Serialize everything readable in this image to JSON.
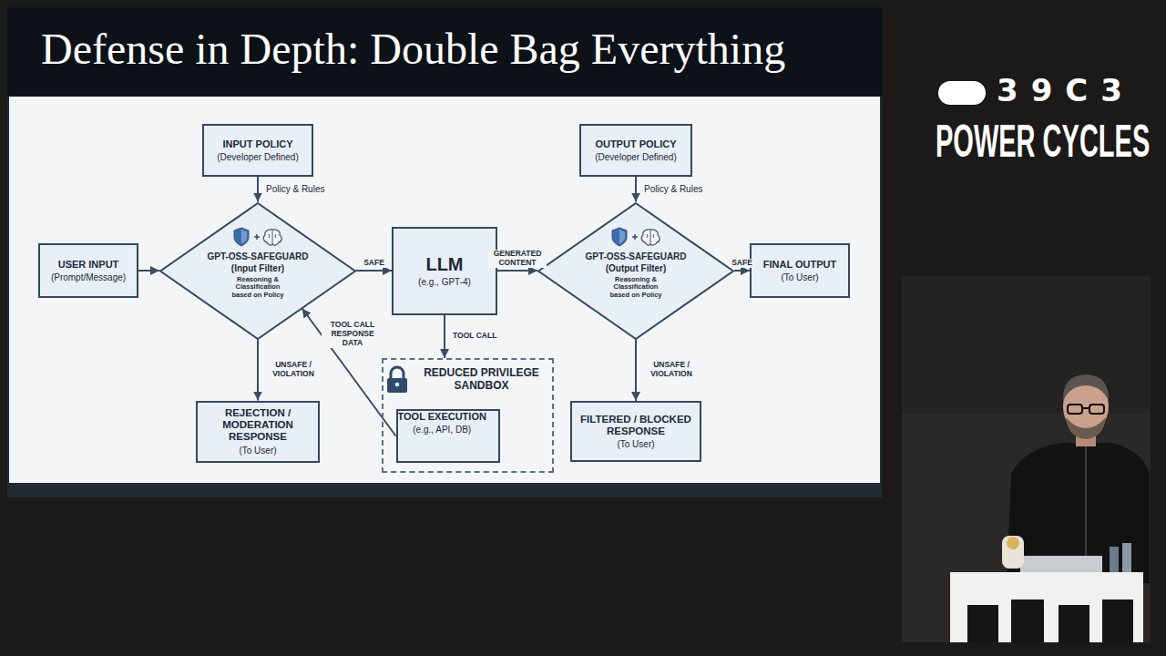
{
  "diagram": {
    "title": "Defense in Depth: Double Bag Everything",
    "nodes": [
      {
        "text": [
          "INPUT POLICY",
          "(Developer Defined)"
        ]
      },
      {
        "text": [
          "OUTPUT POLICY",
          "(Developer Defined)"
        ]
      },
      {
        "text": [
          "USER INPUT",
          "(Prompt/Message)"
        ]
      },
      {
        "text": [
          "GPT-OSS-SAFEGUARD",
          "(Input Filter)",
          "Reasoning & Classification based on Policy"
        ]
      },
      {
        "text": [
          "LLM",
          "(e.g., GPT-4)"
        ]
      },
      {
        "text": [
          "GPT-OSS-SAFEGUARD",
          "(Output Filter)",
          "Reasoning & Classification based on Policy"
        ]
      },
      {
        "text": [
          "FINAL OUTPUT",
          "(To User)"
        ]
      },
      {
        "text": [
          "REDUCED PRIVILEGE SANDBOX"
        ]
      },
      {
        "text": [
          "TOOL EXECUTION",
          "(e.g., API, DB)"
        ],
        "in": 7
      },
      {
        "text": [
          "REJECTION / MODERATION RESPONSE",
          "(To User)"
        ]
      },
      {
        "text": [
          "FILTERED / BLOCKED RESPONSE",
          "(To User)"
        ]
      }
    ],
    "edges": [
      {
        "from": 0,
        "to": 3,
        "label": "Policy & Rules",
        "arrow": "to"
      },
      {
        "from": 2,
        "to": 3,
        "arrow": "to"
      },
      {
        "from": 3,
        "to": 4,
        "label": "SAFE",
        "arrow": "to"
      },
      {
        "from": 4,
        "to": 7,
        "label": "TOOL CALL",
        "arrow": "to"
      },
      {
        "from": 8,
        "to": 3,
        "label": "TOOL CALL RESPONSE DATA",
        "arrow": "to"
      },
      {
        "from": 3,
        "to": 9,
        "label": "UNSAFE / VIOLATION",
        "arrow": "to"
      },
      {
        "from": 1,
        "to": 5,
        "label": "Policy & Rules",
        "arrow": "to"
      },
      {
        "from": 4,
        "to": 5,
        "label": "GENERATED CONTENT",
        "arrow": "to"
      },
      {
        "from": 5,
        "to": 6,
        "label": "SAFE",
        "arrow": "to"
      },
      {
        "from": 5,
        "to": 10,
        "label": "UNSAFE / VIOLATION",
        "arrow": "to"
      }
    ],
    "labels": [
      "39C3",
      "POWER CYCLES"
    ]
  }
}
